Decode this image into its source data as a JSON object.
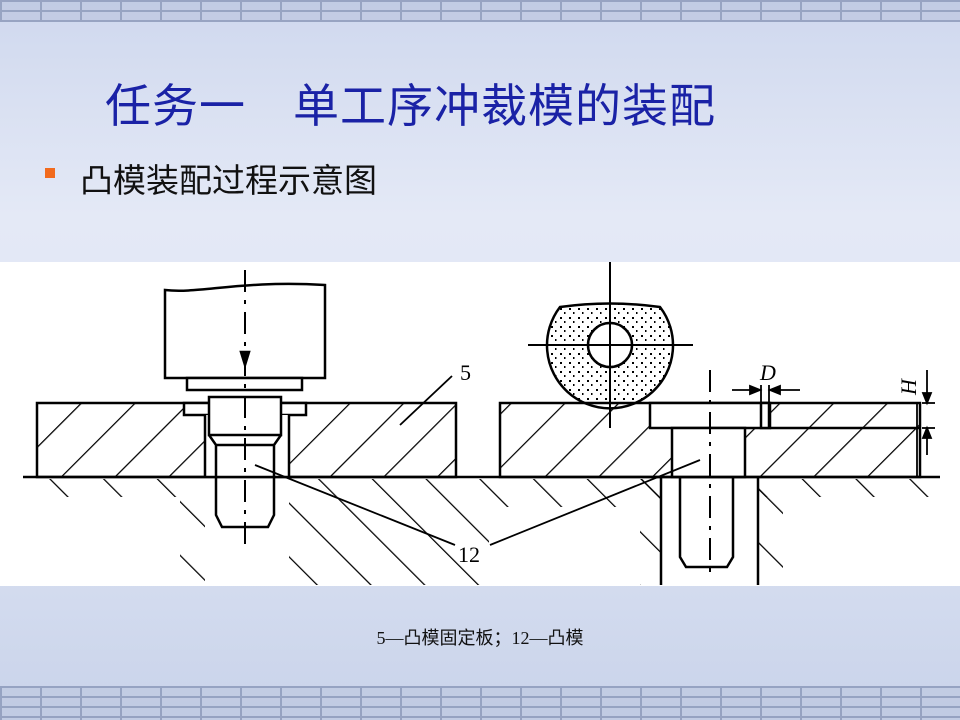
{
  "title": "任务一　单工序冲裁模的装配",
  "bullet_text": "凸模装配过程示意图",
  "labels": {
    "plate": "5",
    "punch": "12",
    "gap": "D",
    "height": "H"
  },
  "caption": "5—凸模固定板；12—凸模",
  "colors": {
    "title": "#1a22a6",
    "bullet": "#f26b1d"
  }
}
